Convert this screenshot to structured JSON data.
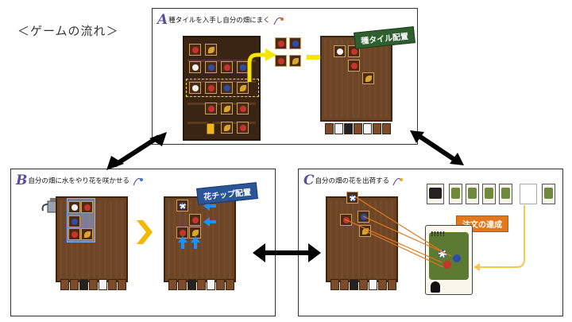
{
  "title": "＜ゲームの流れ＞",
  "steps": {
    "a": {
      "letter": "A",
      "text": "種タイルを入手し自分の畑にまく",
      "badge": "種タイル配置"
    },
    "b": {
      "letter": "B",
      "text": "自分の畑に水をやり花を咲かせる",
      "badge": "花チップ配置"
    },
    "c": {
      "letter": "C",
      "text": "自分の畑の花を出荷する",
      "badge": "注文の達成"
    }
  },
  "card_mark": "!!!!!",
  "colors": {
    "arrow_main": "#000000",
    "arrow_yellow": "#f5e600",
    "chevron": "#f3b800",
    "tip_arrow": "#1e90ff",
    "link_orange": "#e2781b",
    "return_line": "#f7c64a",
    "badge_green": "#2f5e2f",
    "badge_blue": "#2a5596",
    "badge_orange": "#e2781b"
  },
  "icons": [
    "watering-can-icon",
    "lantern-icon",
    "chevron-right-icon",
    "double-headed-arrow-icon"
  ]
}
